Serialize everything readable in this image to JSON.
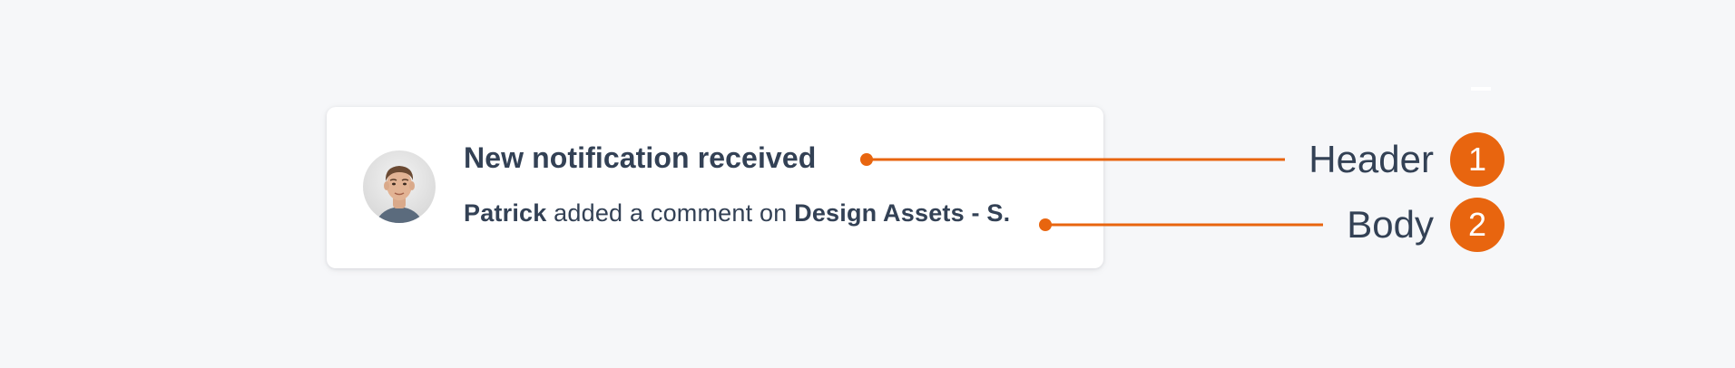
{
  "notification": {
    "title": "New notification received",
    "body_actor": "Patrick",
    "body_action": "added a comment on",
    "body_target": "Design Assets - S."
  },
  "annotations": [
    {
      "number": "1",
      "label": "Header"
    },
    {
      "number": "2",
      "label": "Body"
    }
  ],
  "colors": {
    "accent": "#e8650f",
    "text": "#334155",
    "background": "#f6f7f9",
    "card": "#ffffff"
  }
}
